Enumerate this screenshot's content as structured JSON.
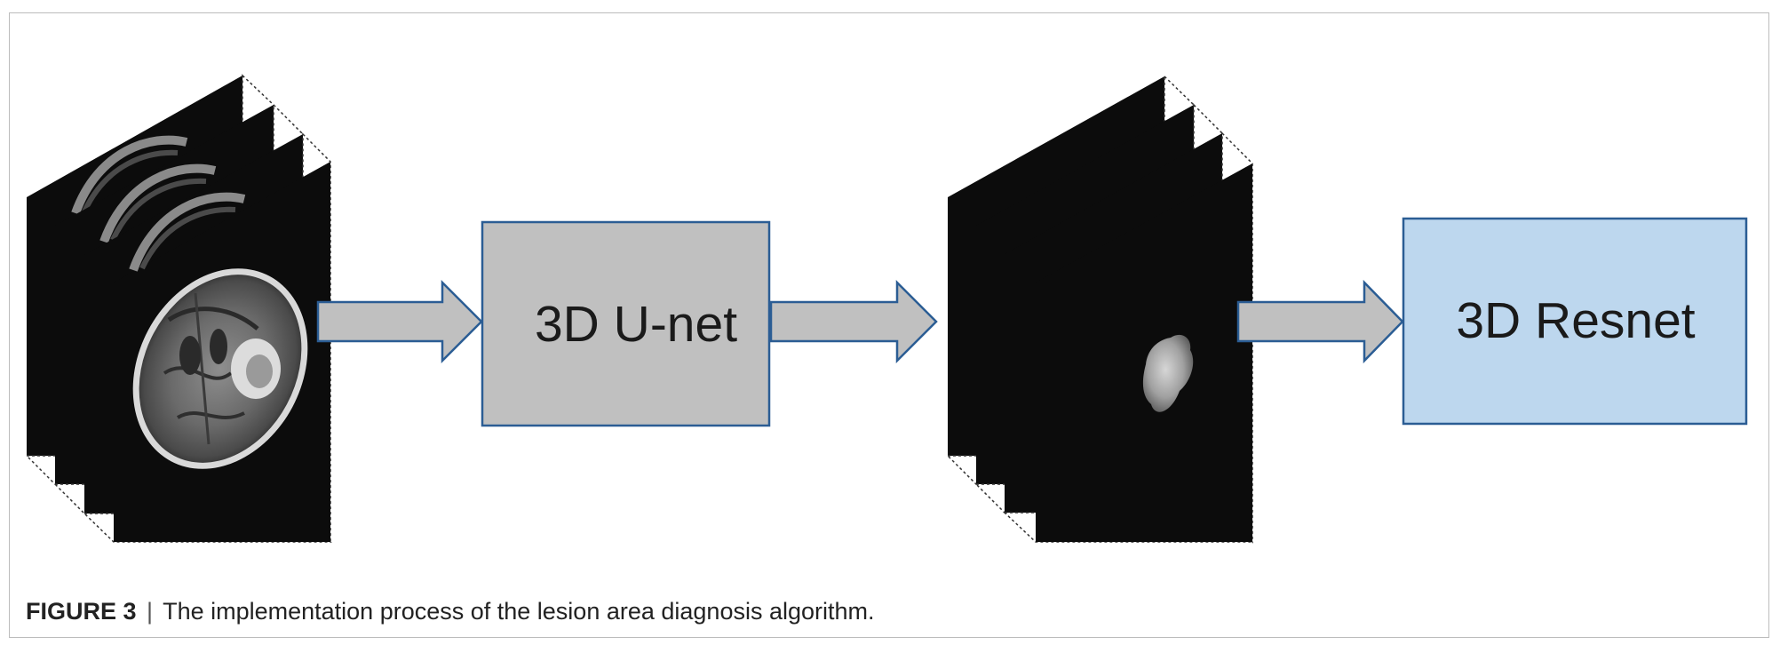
{
  "figure": {
    "label": "FIGURE 3",
    "separator": "|",
    "caption": "The implementation process of the lesion area diagnosis algorithm."
  },
  "nodes": [
    {
      "id": "unet",
      "label": "3D U-net",
      "fill": "#c0c0c0",
      "stroke": "#2b5d94"
    },
    {
      "id": "resnet",
      "label": "3D Resnet",
      "fill": "#bdd7ee",
      "stroke": "#2b5d94"
    }
  ],
  "images": [
    {
      "id": "mri-stack",
      "subject": "brain-mri-slices"
    },
    {
      "id": "lesion-stack",
      "subject": "segmented-lesion-mask"
    }
  ],
  "colors": {
    "arrow_fill": "#c0c0c0",
    "arrow_stroke": "#2b5d94",
    "slice_bg": "#0c0c0c",
    "tissue": "#9a9a9a"
  }
}
